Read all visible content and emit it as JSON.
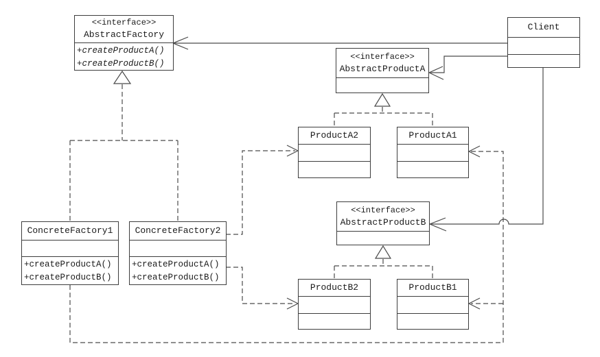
{
  "diagram": {
    "kind": "uml-class-diagram",
    "pattern": "Abstract Factory"
  },
  "classes": {
    "abstract_factory": {
      "stereotype": "<<interface>>",
      "name": "AbstractFactory",
      "methods": [
        "+createProductA()",
        "+createProductB()"
      ]
    },
    "client": {
      "name": "Client"
    },
    "abstract_product_a": {
      "stereotype": "<<interface>>",
      "name": "AbstractProductA"
    },
    "product_a2": {
      "name": "ProductA2"
    },
    "product_a1": {
      "name": "ProductA1"
    },
    "abstract_product_b": {
      "stereotype": "<<interface>>",
      "name": "AbstractProductB"
    },
    "product_b2": {
      "name": "ProductB2"
    },
    "product_b1": {
      "name": "ProductB1"
    },
    "concrete_factory1": {
      "name": "ConcreteFactory1",
      "methods": [
        "+createProductA()",
        "+createProductB()"
      ]
    },
    "concrete_factory2": {
      "name": "ConcreteFactory2",
      "methods": [
        "+createProductA()",
        "+createProductB()"
      ]
    }
  },
  "relationships": [
    {
      "type": "association",
      "from": "Client",
      "to": "AbstractFactory"
    },
    {
      "type": "association",
      "from": "Client",
      "to": "AbstractProductA"
    },
    {
      "type": "association",
      "from": "Client",
      "to": "AbstractProductB"
    },
    {
      "type": "realization",
      "from": "ConcreteFactory1",
      "to": "AbstractFactory"
    },
    {
      "type": "realization",
      "from": "ConcreteFactory2",
      "to": "AbstractFactory"
    },
    {
      "type": "realization",
      "from": "ProductA2",
      "to": "AbstractProductA"
    },
    {
      "type": "realization",
      "from": "ProductA1",
      "to": "AbstractProductA"
    },
    {
      "type": "realization",
      "from": "ProductB2",
      "to": "AbstractProductB"
    },
    {
      "type": "realization",
      "from": "ProductB1",
      "to": "AbstractProductB"
    },
    {
      "type": "dependency",
      "from": "ConcreteFactory2",
      "to": "ProductA2"
    },
    {
      "type": "dependency",
      "from": "ConcreteFactory2",
      "to": "ProductB2"
    },
    {
      "type": "dependency",
      "from": "ConcreteFactory1",
      "to": "ProductA1"
    },
    {
      "type": "dependency",
      "from": "ConcreteFactory1",
      "to": "ProductB1"
    }
  ],
  "colors": {
    "line": "#4a4a4a",
    "border": "#3c3c3c",
    "background": "#ffffff"
  }
}
